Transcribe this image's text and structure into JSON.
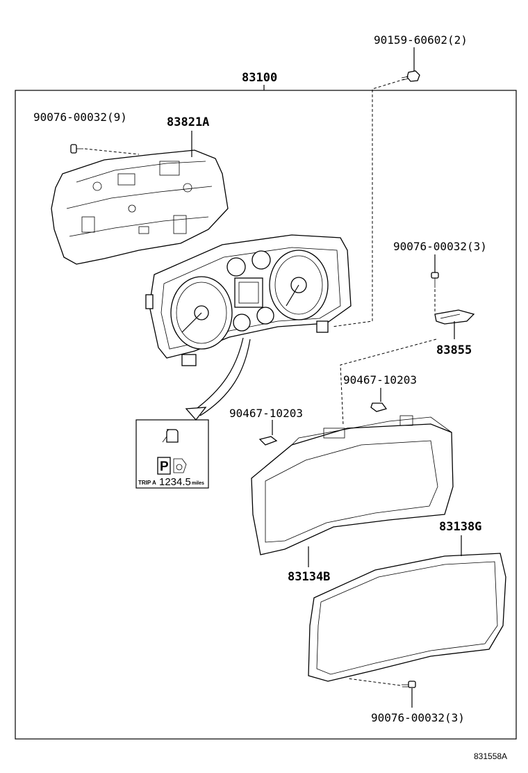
{
  "diagram": {
    "labels": {
      "screw_top": "90159-60602(2)",
      "assembly": "83100",
      "screw_left": "90076-00032(9)",
      "case": "83821A",
      "screw_right": "90076-00032(3)",
      "bracket": "83855",
      "clip_right": "90467-10203",
      "clip_left": "90467-10203",
      "window": "83138G",
      "cover": "83134B",
      "screw_bottom": "90076-00032(3)"
    },
    "inset": {
      "gear": "P",
      "trip_label": "TRIP A",
      "odometer": "1234.5",
      "unit": "miles"
    },
    "figure_code": "831558A"
  }
}
